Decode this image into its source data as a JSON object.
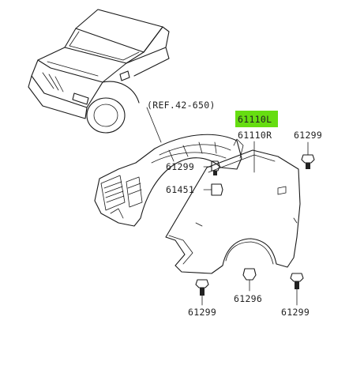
{
  "labels": {
    "ref": "(REF.42-650)",
    "part_61110L": "61110L",
    "part_61110R": "61110R",
    "bolt_top_right": "61299",
    "bolt_mid": "61299",
    "clip_mid": "61451",
    "bolt_bottom_left": "61299",
    "nut_bottom": "61296",
    "bolt_bottom_right": "61299"
  },
  "colors": {
    "highlight": "#66dd11",
    "line": "#1a1a1a",
    "background": "#ffffff"
  },
  "icons": [
    "vehicle-icon",
    "fender-liner-icon",
    "front-fender-icon",
    "bolt-icon",
    "clip-icon",
    "nut-icon"
  ]
}
